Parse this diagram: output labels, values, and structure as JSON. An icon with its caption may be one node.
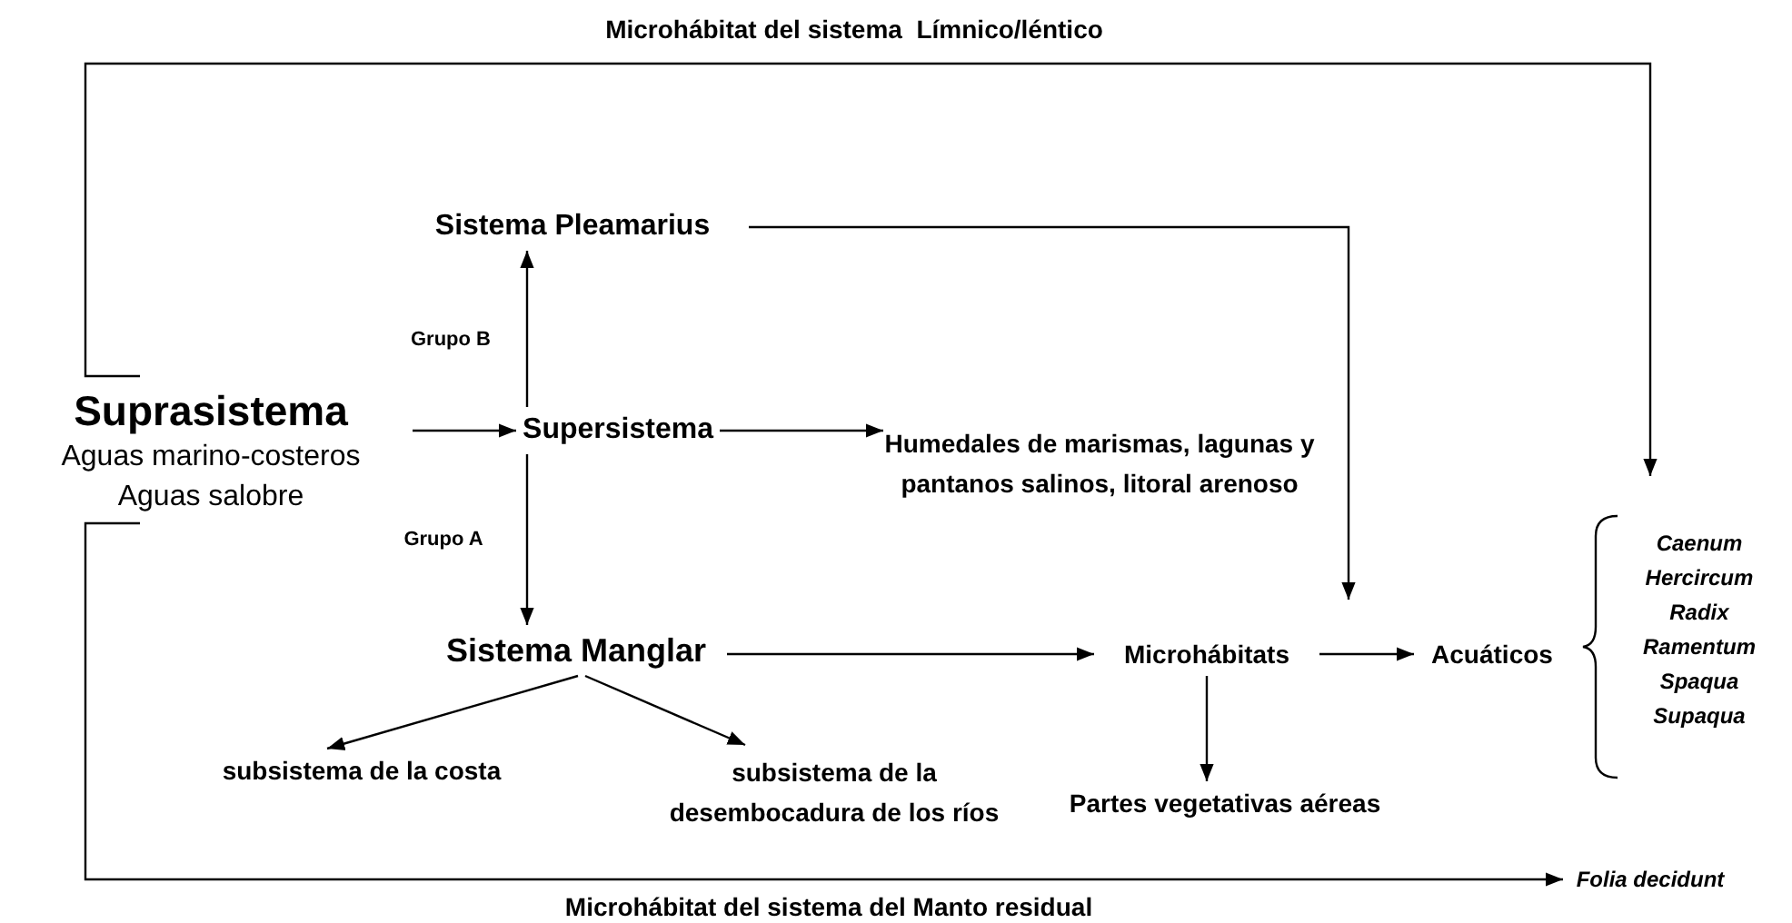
{
  "diagram": {
    "nodes": [
      {
        "text": [
          "Suprasistema",
          "Aguas marino-costeros",
          "Aguas salobre"
        ]
      },
      {
        "text": [
          "Supersistema"
        ]
      },
      {
        "text": [
          "Sistema Pleamarius"
        ]
      },
      {
        "text": [
          "Humedales de marismas, lagunas y pantanos salinos, litoral arenoso"
        ]
      },
      {
        "text": [
          "Sistema Manglar"
        ]
      },
      {
        "text": [
          "subsistema de la costa"
        ]
      },
      {
        "text": [
          "subsistema de la desembocadura de los ríos"
        ]
      },
      {
        "text": [
          "Microhábitats"
        ]
      },
      {
        "text": [
          "Partes vegetativas aéreas"
        ]
      },
      {
        "text": [
          "Acuáticos"
        ]
      },
      {
        "text": [
          "Caenum",
          "Hercircum",
          "Radix",
          "Ramentum",
          "Spaqua",
          "Supaqua"
        ]
      },
      {
        "text": [
          "Folia decidunt"
        ]
      }
    ],
    "edges": [
      {
        "from": 0,
        "to": 1,
        "arrow": "to"
      },
      {
        "from": 1,
        "to": 2,
        "arrow": "to",
        "label": "Grupo B"
      },
      {
        "from": 1,
        "to": 3,
        "arrow": "to"
      },
      {
        "from": 1,
        "to": 4,
        "arrow": "to",
        "label": "Grupo A"
      },
      {
        "from": 4,
        "to": 5,
        "arrow": "to"
      },
      {
        "from": 4,
        "to": 6,
        "arrow": "to"
      },
      {
        "from": 4,
        "to": 7,
        "arrow": "to"
      },
      {
        "from": 7,
        "to": 9,
        "arrow": "to"
      },
      {
        "from": 7,
        "to": 8,
        "arrow": "to"
      },
      {
        "from": 2,
        "to": null,
        "arrow": "to"
      },
      {
        "from": 0,
        "to": 10,
        "arrow": "to",
        "label": "Microhábitat del sistema  Límnico/léntico"
      },
      {
        "from": 0,
        "to": 11,
        "arrow": "to",
        "label": "Microhábitat del sistema del Manto residual"
      }
    ]
  }
}
